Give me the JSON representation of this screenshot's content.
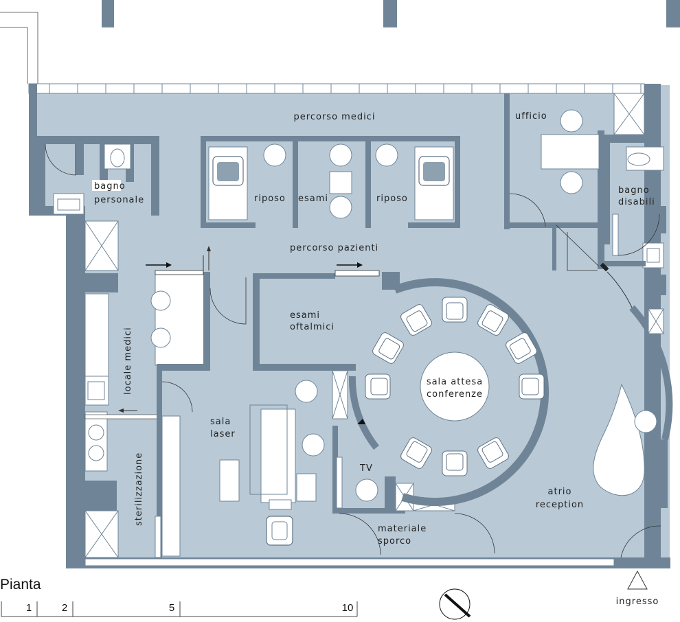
{
  "title": "Pianta",
  "scale": [
    "1",
    "2",
    "5",
    "10"
  ],
  "entrance": "ingresso",
  "rooms": {
    "percorso_medici": "percorso medici",
    "ufficio": "ufficio",
    "bagno_personale": [
      "bagno",
      "personale"
    ],
    "riposo_1": "riposo",
    "esami": "esami",
    "riposo_2": "riposo",
    "bagno_disabili": [
      "bagno",
      "disabili"
    ],
    "percorso_pazienti": "percorso pazienti",
    "esami_oftalmici": [
      "esami",
      "oftalmici"
    ],
    "locale_medici": "locale medici",
    "sala_attesa": [
      "sala attesa",
      "conferenze"
    ],
    "sala_laser": [
      "sala",
      "laser"
    ],
    "sterilizzazione": "sterilizzazione",
    "tv": "TV",
    "materiale_sporco": [
      "materiale",
      "sporco"
    ],
    "atrio_reception": [
      "atrio",
      "reception"
    ]
  }
}
